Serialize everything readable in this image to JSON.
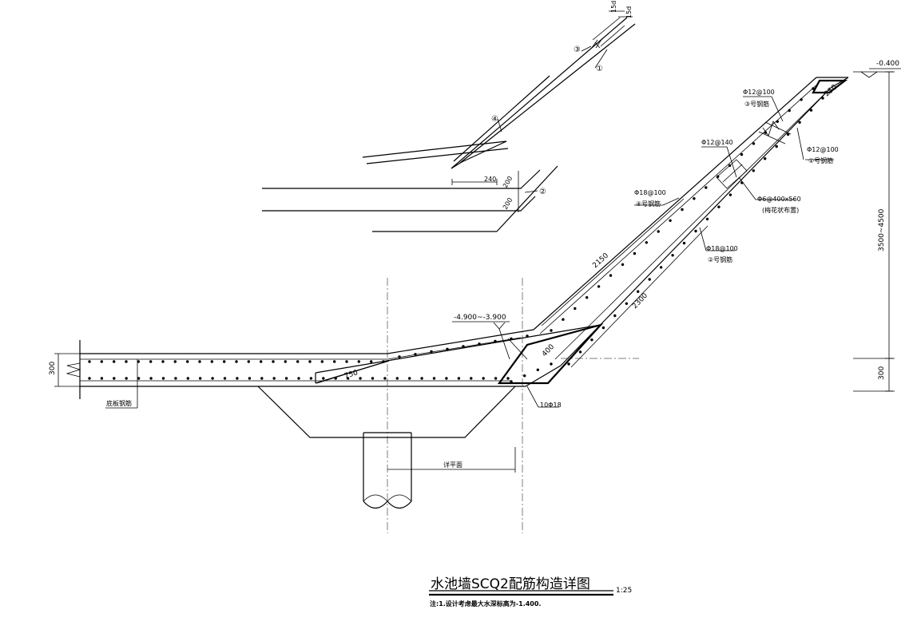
{
  "title": "水池墙SCQ2配筋构造详图",
  "scale": "1:25",
  "note": "注:1.设计考虑最大水深标高为-1.400.",
  "elevations": {
    "top": "-0.400",
    "bottom_range": "-4.900~-3.900"
  },
  "dimensions": {
    "vertical_height": "3500~4500",
    "slab_thickness_left": "300",
    "slab_thickness_right": "300",
    "wall_top_thickness": "250",
    "wall_outer_length": "2150",
    "wall_inner_length": "2300",
    "haunch": "400",
    "haunch_length": "750",
    "inset_width": "240",
    "inset_dim_1": "200",
    "inset_dim_2": "200",
    "lap_1": "15d",
    "lap_2": "15d"
  },
  "rebar_labels": {
    "r3_spec": "Φ12@100",
    "r3_name": "③号钢筋",
    "r1_spec": "Φ12@100",
    "r1_name": "①号钢筋",
    "r4_spec": "Φ18@100",
    "r4_name": "④号钢筋",
    "r2_spec": "Φ18@100",
    "r2_name": "②号钢筋",
    "tie_spec": "Φ12@140",
    "stirrup_spec": "Φ6@400x560",
    "stirrup_note": "(梅花状布置)",
    "corner_bars": "10Φ18",
    "bottom_slab_rebar": "底板钢筋",
    "see_plan": "详平面"
  },
  "inset_marks": {
    "m1": "①",
    "m2": "②",
    "m3": "③",
    "m4": "④"
  }
}
